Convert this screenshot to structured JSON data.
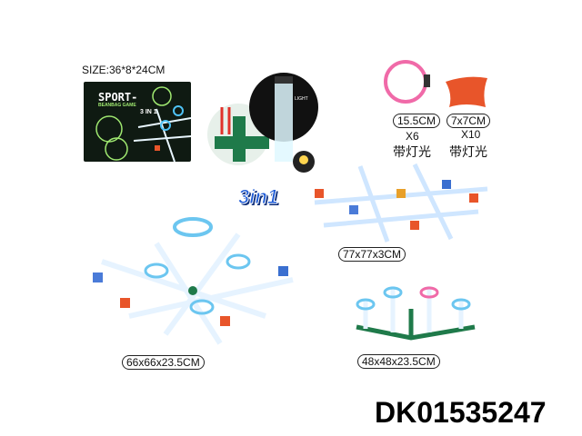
{
  "package": {
    "size_label": "SIZE:36*8*24CM",
    "box_title": "SPORT-",
    "box_subtitle": "BEANBAG GAME",
    "box_badge": "3 IN 1"
  },
  "closeup": {
    "light_badge": "LIGHT"
  },
  "mode_badge": "3in1",
  "accessories": [
    {
      "size": "15.5CM",
      "qty": "X6",
      "note": "带灯光",
      "color": "#f06aa8"
    },
    {
      "size": "7x7CM",
      "qty": "X10",
      "note": "带灯光",
      "color": "#e8552a"
    }
  ],
  "configurations": [
    {
      "dimension": "77x77x3CM"
    },
    {
      "dimension": "66x66x23.5CM"
    },
    {
      "dimension": "48x48x23.5CM"
    }
  ],
  "product_code": "DK01535247"
}
